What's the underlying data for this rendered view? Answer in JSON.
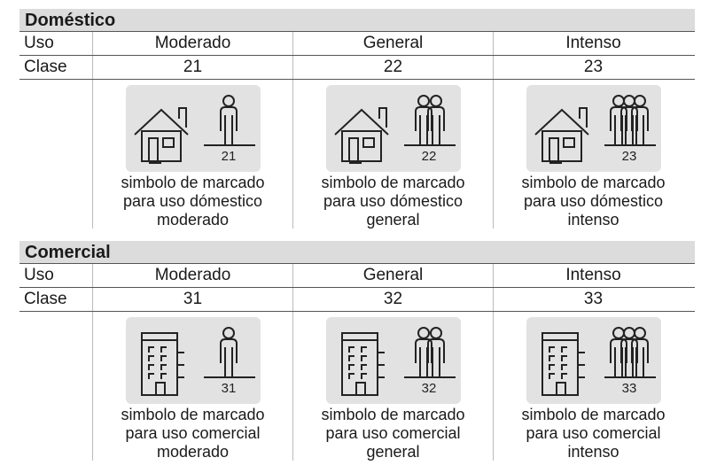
{
  "domestic": {
    "title": "Doméstico",
    "uso_label": "Uso",
    "clase_label": "Clase",
    "columns": [
      {
        "uso": "Moderado",
        "clase": "21",
        "num": "21",
        "people": 1,
        "desc": [
          "simbolo de marcado",
          "para uso dómestico",
          "moderado"
        ]
      },
      {
        "uso": "General",
        "clase": "22",
        "num": "22",
        "people": 2,
        "desc": [
          "simbolo de marcado",
          "para uso dómestico",
          "general"
        ]
      },
      {
        "uso": "Intenso",
        "clase": "23",
        "num": "23",
        "people": 3,
        "desc": [
          "simbolo de marcado",
          "para uso dómestico",
          "intenso"
        ]
      }
    ]
  },
  "commercial": {
    "title": "Comercial",
    "uso_label": "Uso",
    "clase_label": "Clase",
    "columns": [
      {
        "uso": "Moderado",
        "clase": "31",
        "num": "31",
        "people": 1,
        "desc": [
          "simbolo de marcado",
          "para uso comercial",
          "moderado"
        ]
      },
      {
        "uso": "General",
        "clase": "32",
        "num": "32",
        "people": 2,
        "desc": [
          "simbolo de marcado",
          "para uso comercial",
          "general"
        ]
      },
      {
        "uso": "Intenso",
        "clase": "33",
        "num": "33",
        "people": 3,
        "desc": [
          "simbolo de marcado",
          "para uso comercial",
          "intenso"
        ]
      }
    ]
  }
}
